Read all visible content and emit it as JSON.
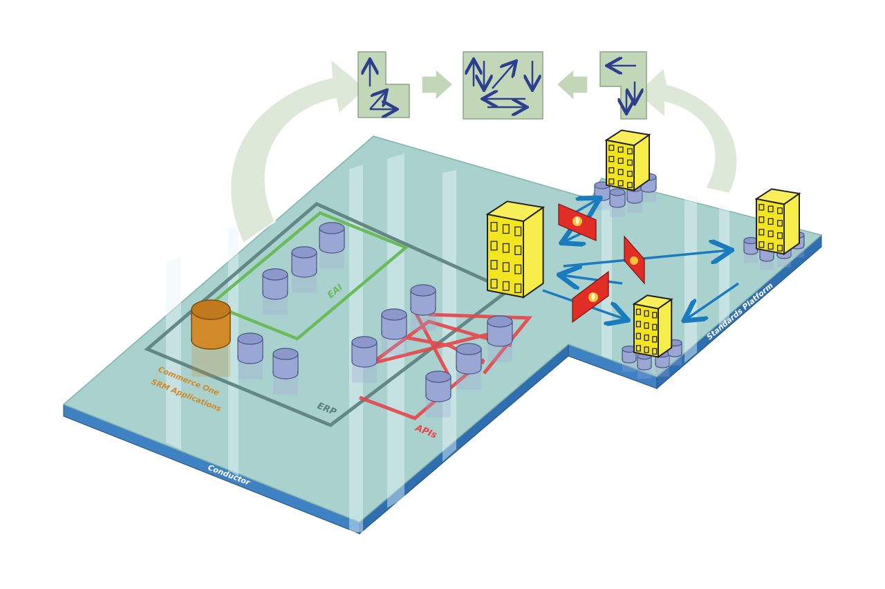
{
  "labels": {
    "conductor": "Conductor",
    "standards_platform": "Standards Platform",
    "commerce_one_line1": "Commerce One",
    "commerce_one_line2": "SRM Applications",
    "eai": "EAI",
    "erp": "ERP",
    "apis": "APIs"
  },
  "colors": {
    "platform_top": "#a9d2cf",
    "platform_edge": "#3f82c4",
    "cylinder_blue": "#9aa6d3",
    "cylinder_orange": "#d08a2a",
    "building_yellow": "#f2e51f",
    "firewall_red": "#e02d25",
    "eai_green": "#6bbb5a",
    "erp_gray": "#5b7e7b",
    "apis_red": "#e7454a",
    "arrow_blue": "#1a7bbf",
    "process_box": "#c2d6b8",
    "process_arrow": "#2d3e8d"
  },
  "icons": [
    "process-box-icon",
    "building-icon",
    "firewall-icon",
    "database-cylinder-icon"
  ]
}
